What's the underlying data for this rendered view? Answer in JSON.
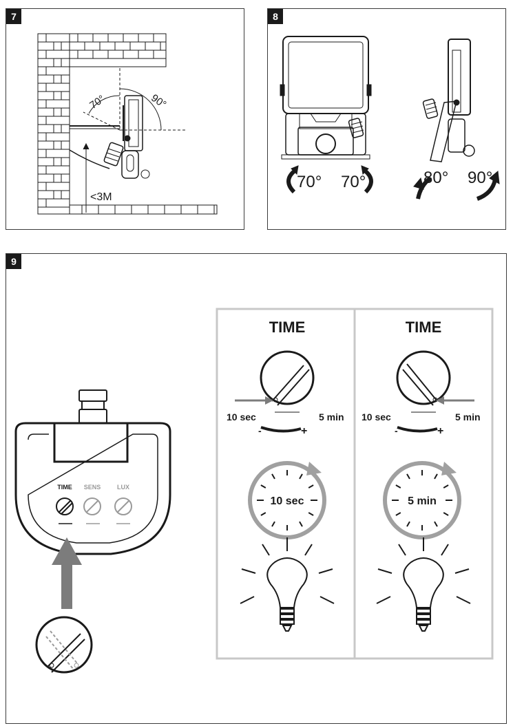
{
  "panels": [
    {
      "id": "7",
      "labels": {
        "angle_a": "70°",
        "angle_b": "90°",
        "height": "<3M"
      }
    },
    {
      "id": "8",
      "labels": {
        "left_swivel": "70°",
        "right_swivel": "70°",
        "tilt_down": "80°",
        "tilt_up": "90°"
      }
    },
    {
      "id": "9",
      "sensor_labels": [
        "TIME",
        "SENS",
        "LUX"
      ],
      "columns": [
        {
          "heading": "TIME",
          "min_label": "10 sec",
          "max_label": "5 min",
          "minus": "-",
          "plus": "+",
          "clock_label": "10 sec"
        },
        {
          "heading": "TIME",
          "min_label": "10 sec",
          "max_label": "5 min",
          "minus": "-",
          "plus": "+",
          "clock_label": "5 min"
        }
      ]
    }
  ],
  "colors": {
    "line": "#1a1a1a",
    "grey": "#8a8a8a",
    "light_grey": "#bdbdbd",
    "box_grey": "#c8c8c8"
  }
}
